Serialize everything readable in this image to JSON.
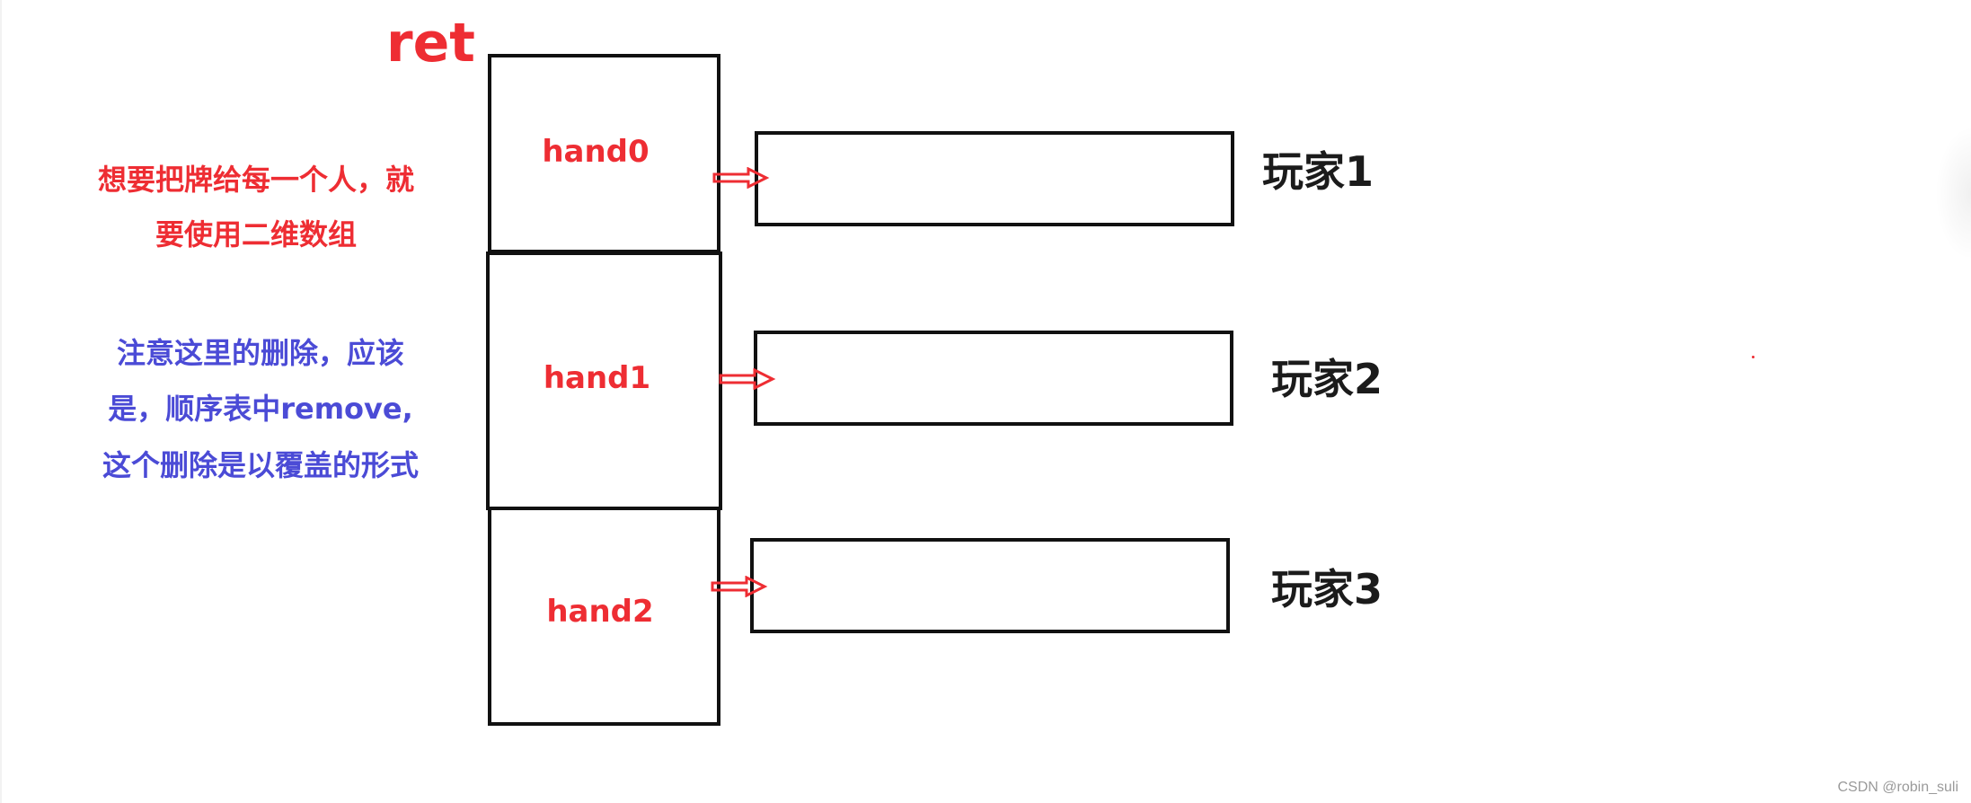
{
  "title": "ret",
  "hands": [
    {
      "label": "hand0"
    },
    {
      "label": "hand1"
    },
    {
      "label": "hand2"
    }
  ],
  "players": [
    {
      "label": "玩家1"
    },
    {
      "label": "玩家2"
    },
    {
      "label": "玩家3"
    }
  ],
  "notes": {
    "red_lines": [
      "想要把牌给每一个人，就",
      "要使用二维数组"
    ],
    "blue_lines": [
      "注意这里的删除，应该",
      "是，顺序表中remove,",
      "这个删除是以覆盖的形式"
    ]
  },
  "watermark": "CSDN @robin_suli",
  "colors": {
    "accent_red": "#ee2d33",
    "note_blue": "#4b4bd6",
    "box_stroke": "#111111",
    "text_dark": "#1b1b1b"
  },
  "icons": {
    "arrow": "double-line-right-arrow-icon"
  }
}
